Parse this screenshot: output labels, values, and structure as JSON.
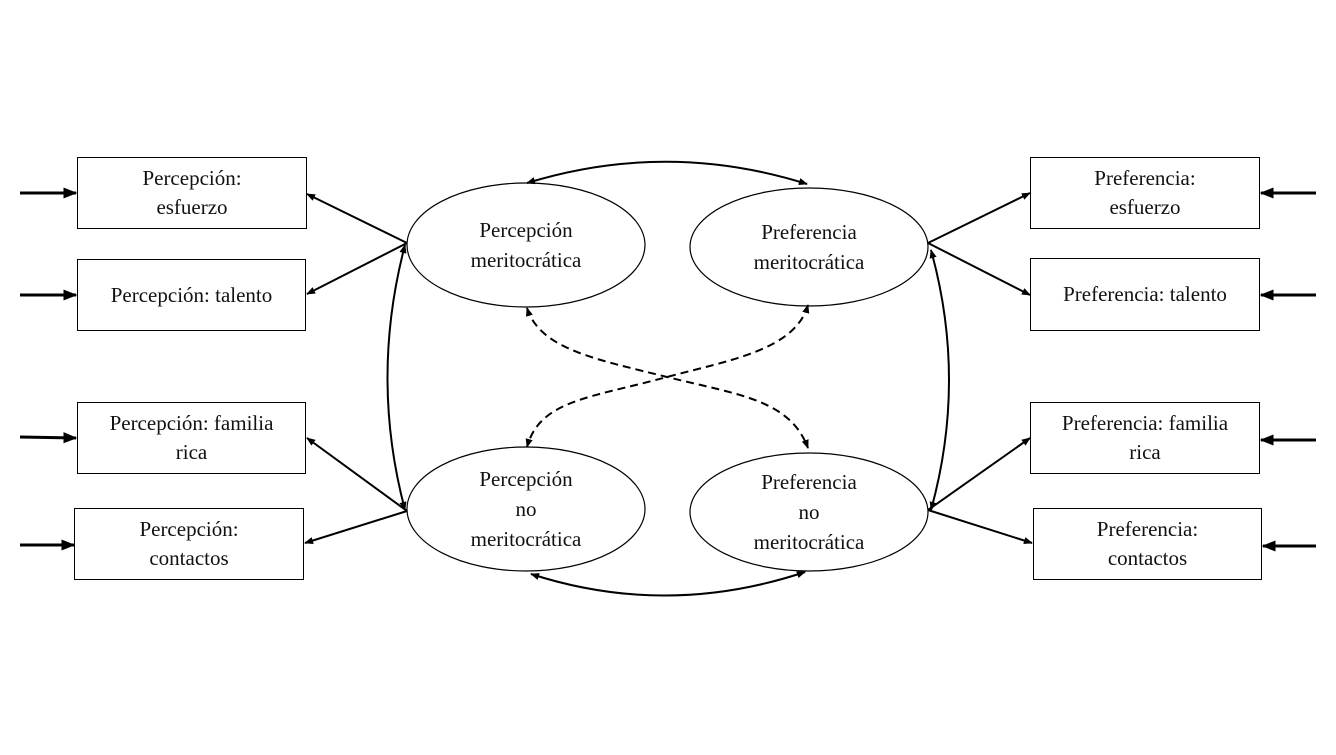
{
  "diagram": {
    "perception_indicators": [
      {
        "label": "Percepción:\nesfuerzo"
      },
      {
        "label": "Percepción: talento"
      },
      {
        "label": "Percepción: familia\nrica"
      },
      {
        "label": "Percepción:\ncontactos"
      }
    ],
    "preference_indicators": [
      {
        "label": "Preferencia:\nesfuerzo"
      },
      {
        "label": "Preferencia: talento"
      },
      {
        "label": "Preferencia: familia\nrica"
      },
      {
        "label": "Preferencia:\ncontactos"
      }
    ],
    "latent_factors": [
      {
        "label": "Percepción\nmeritocrática"
      },
      {
        "label": "Preferencia\nmeritocrática"
      },
      {
        "label": "Percepción\nno\nmeritocrática"
      },
      {
        "label": "Preferencia\nno\nmeritocrática"
      }
    ],
    "colors": {
      "line": "#000000",
      "background": "#ffffff"
    }
  }
}
